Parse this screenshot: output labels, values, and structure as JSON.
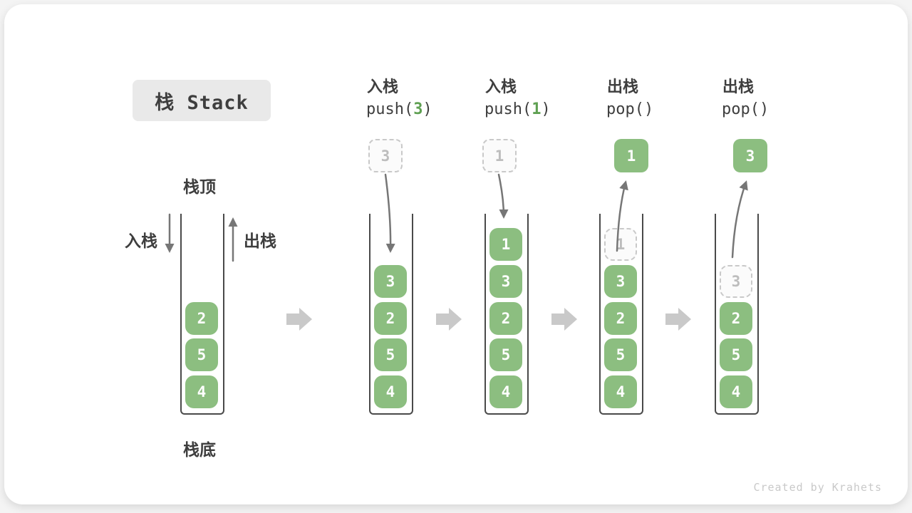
{
  "title": {
    "text": "栈 Stack"
  },
  "side_labels": {
    "stack_top": "栈顶",
    "stack_bottom": "栈底",
    "push_in": "入栈",
    "pop_out": "出栈"
  },
  "operations": [
    {
      "name": "push-3",
      "label": "入栈",
      "parts": [
        {
          "t": "push("
        },
        {
          "t": "3",
          "green": true
        },
        {
          "t": ")"
        }
      ]
    },
    {
      "name": "push-1",
      "label": "入栈",
      "parts": [
        {
          "t": "push("
        },
        {
          "t": "1",
          "green": true
        },
        {
          "t": ")"
        }
      ]
    },
    {
      "name": "pop-first",
      "label": "出栈",
      "parts": [
        {
          "t": "pop()"
        }
      ]
    },
    {
      "name": "pop-second",
      "label": "出栈",
      "parts": [
        {
          "t": "pop()"
        }
      ]
    }
  ],
  "floating_cells": [
    {
      "value": "3",
      "style": "dashed"
    },
    {
      "value": "1",
      "style": "dashed"
    },
    {
      "value": "1",
      "style": "solid"
    },
    {
      "value": "3",
      "style": "solid"
    }
  ],
  "stacks": [
    {
      "name": "state-initial",
      "items": [
        {
          "value": "2"
        },
        {
          "value": "5"
        },
        {
          "value": "4"
        }
      ]
    },
    {
      "name": "state-after-push-3",
      "items": [
        {
          "value": "3"
        },
        {
          "value": "2"
        },
        {
          "value": "5"
        },
        {
          "value": "4"
        }
      ]
    },
    {
      "name": "state-after-push-1",
      "items": [
        {
          "value": "1"
        },
        {
          "value": "3"
        },
        {
          "value": "2"
        },
        {
          "value": "5"
        },
        {
          "value": "4"
        }
      ]
    },
    {
      "name": "state-pop-1",
      "items": [
        {
          "value": "1",
          "ghost": true
        },
        {
          "value": "3"
        },
        {
          "value": "2"
        },
        {
          "value": "5"
        },
        {
          "value": "4"
        }
      ]
    },
    {
      "name": "state-pop-3",
      "items": [
        {
          "value": "3",
          "ghost": true
        },
        {
          "value": "2"
        },
        {
          "value": "5"
        },
        {
          "value": "4"
        }
      ]
    }
  ],
  "watermark": {
    "text": "Created by Krahets"
  },
  "colors": {
    "green": "#8CBE80",
    "green-dark": "#5FA052",
    "ink": "#3E3E3E",
    "arrow": "#767676",
    "block-arrow": "#C9C9C9",
    "dashed-border": "#C9C9C9",
    "ghost-text": "#BDBDBD",
    "title-bg": "#E9E9E9",
    "watermark": "#C9C9C9",
    "container-border": "#4A4A4A"
  }
}
